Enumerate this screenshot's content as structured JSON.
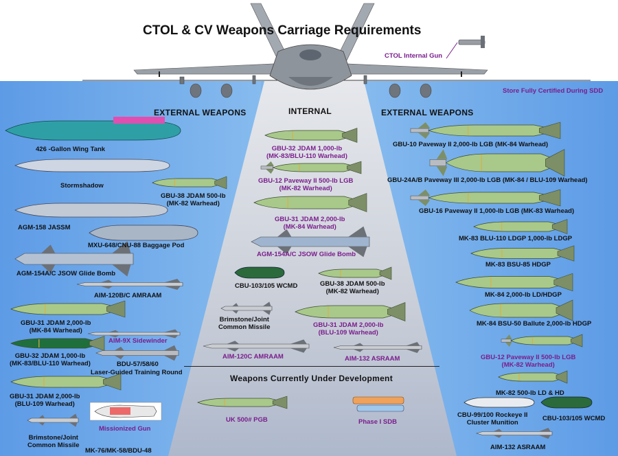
{
  "title": "CTOL & CV  Weapons Carriage Requirements",
  "internal_gun_label": "CTOL Internal Gun",
  "note": "Store Fully Certified During SDD",
  "sections": {
    "external_left": "EXTERNAL WEAPONS",
    "internal": "INTERNAL",
    "external_right": "EXTERNAL WEAPONS",
    "development": "Weapons Currently Under Development"
  },
  "left": {
    "wing_tank": "426 -Gallon Wing Tank",
    "stormshadow": "Stormshadow",
    "gbu38": [
      "GBU-38 JDAM 500-lb",
      "(MK-82 Warhead)"
    ],
    "jassm": "AGM-158 JASSM",
    "baggage_pod": "MXU-648/CNU-88 Baggage Pod",
    "jsow": "AGM-154A/C JSOW Glide Bomb",
    "amraam": "AIM-120B/C AMRAAM",
    "gbu31a": [
      "GBU-31 JDAM 2,000-lb",
      "(MK-84 Warhead)"
    ],
    "aim9x": "AIM-9X Sidewinder",
    "gbu32": [
      "GBU-32 JDAM 1,000-lb",
      "(MK-83/BLU-110 Warhead)"
    ],
    "bdu57": "BDU-57/58/60",
    "training_round": "Laser-Guided Training Round",
    "gbu31b": [
      "GBU-31 JDAM 2,000-lb",
      "(BLU-109 Warhead)"
    ],
    "missionized_gun": "Missionized Gun",
    "brimstone": [
      "Brimstone/Joint",
      "Common Missile"
    ],
    "mk76": "MK-76/MK-58/BDU-48"
  },
  "internal": {
    "gbu32": [
      "GBU-32 JDAM 1,000-lb",
      "(MK-83/BLU-110 Warhead)"
    ],
    "gbu12": [
      "GBU-12 Paveway II 500-lb LGB",
      "(MK-82 Warhead)"
    ],
    "gbu31": [
      "GBU-31 JDAM 2,000-lb",
      "(MK-84 Warhead)"
    ],
    "jsow": "AGM-154A/C JSOW Glide Bomb",
    "cbu103": "CBU-103/105 WCMD",
    "gbu38": [
      "GBU-38 JDAM 500-lb",
      "(MK-82 Warhead)"
    ],
    "brimstone": [
      "Brimstone/Joint",
      "Common Missile"
    ],
    "gbu31b": [
      "GBU-31 JDAM 2,000-lb",
      "(BLU-109 Warhead)"
    ],
    "amraam": "AIM-120C AMRAAM",
    "asraam": "AIM-132 ASRAAM"
  },
  "development": {
    "pgb": "UK 500# PGB",
    "sdb": "Phase I SDB"
  },
  "right": {
    "gbu10": "GBU-10 Paveway II 2,000-lb LGB (MK-84 Warhead)",
    "gbu24": "GBU-24A/B Paveway III 2,000-lb LGB (MK-84 / BLU-109 Warhead)",
    "gbu16": "GBU-16 Paveway II 1,000-lb LGB (MK-83 Warhead)",
    "mk83ldgp": "MK-83 BLU-110 LDGP 1,000-lb LDGP",
    "mk83bsu": "MK-83 BSU-85  HDGP",
    "mk84ldhd": "MK-84 2,000-lb LD/HDGP",
    "mk84bsu": "MK-84  BSU-50 Ballute 2,000-lb HDGP",
    "gbu12": [
      "GBU-12 Paveway II 500-lb LGB",
      "(MK-82 Warhead)"
    ],
    "mk82": "MK-82 500-lb LD & HD",
    "cbu99": [
      "CBU-99/100 Rockeye II",
      "Cluster Munition"
    ],
    "cbu103": "CBU-103/105 WCMD",
    "asraam": "AIM-132 ASRAAM"
  },
  "colors": {
    "sky": "#7fb4ea",
    "cone": "#cfd4dc",
    "bomb": "#a8c98a",
    "missile": "#c9cdd2",
    "tank": "#2f9fa6",
    "purple": "#7a1d8c"
  }
}
